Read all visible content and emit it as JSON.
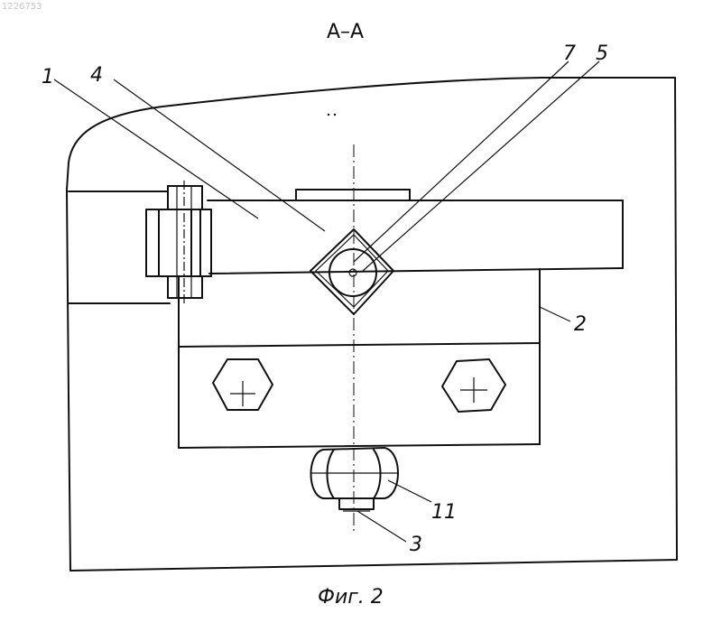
{
  "figure": {
    "corner_mark": "1226753",
    "section_title": "А–А",
    "caption": "Фиг. 2"
  },
  "labels": {
    "l1": "1",
    "l4": "4",
    "l7": "7",
    "l5": "5",
    "l2": "2",
    "l11": "11",
    "l3": "3"
  }
}
